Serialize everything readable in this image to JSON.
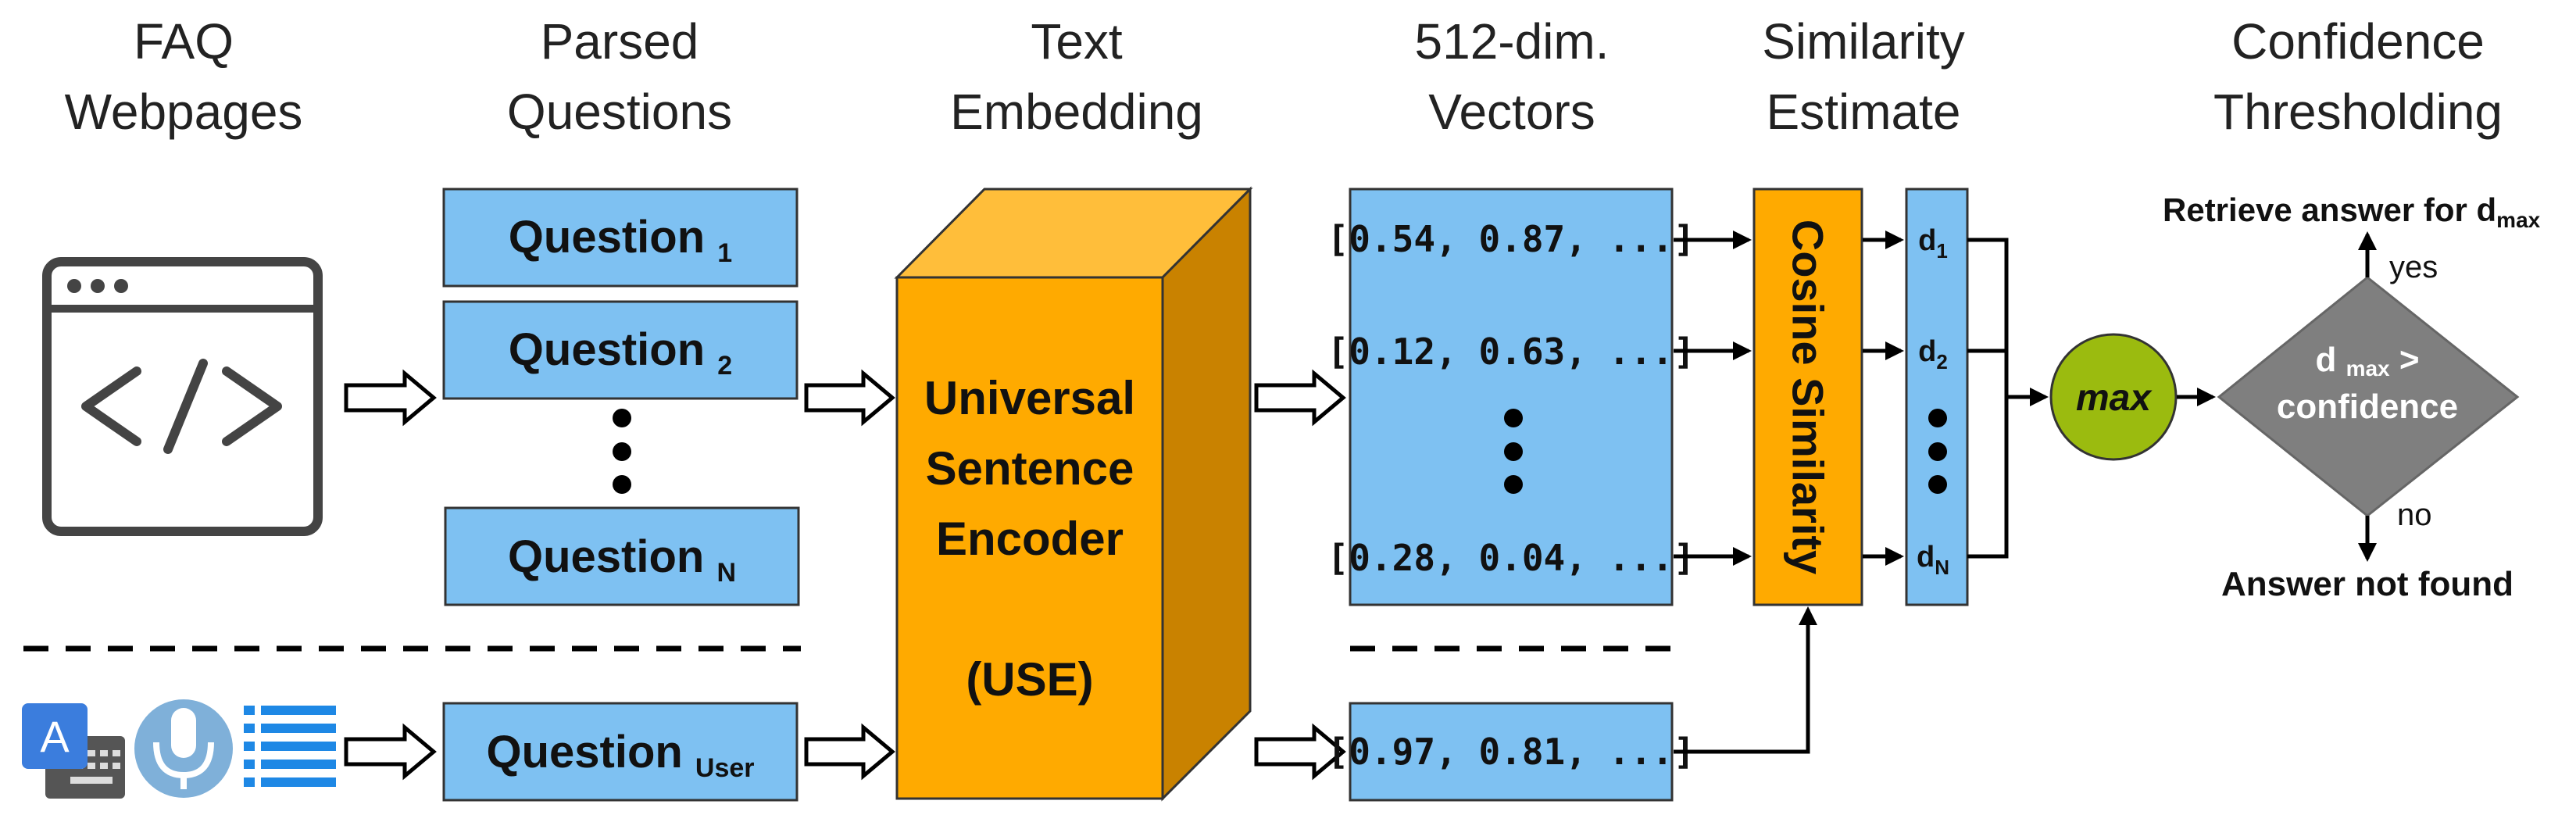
{
  "headers": {
    "col1_line1": "FAQ",
    "col1_line2": "Webpages",
    "col2_line1": "Parsed",
    "col2_line2": "Questions",
    "col3_line1": "Text",
    "col3_line2": "Embedding",
    "col4_line1": "512-dim.",
    "col4_line2": "Vectors",
    "col5_line1": "Similarity",
    "col5_line2": "Estimate",
    "col6_line1": "Confidence",
    "col6_line2": "Thresholding"
  },
  "questions": {
    "q1": "Question",
    "q1_sub": "1",
    "q2": "Question",
    "q2_sub": "2",
    "qn": "Question",
    "qn_sub": "N",
    "quser": "Question",
    "quser_sub": "User"
  },
  "encoder": {
    "line1": "Universal",
    "line2": "Sentence",
    "line3": "Encoder",
    "line4": "(USE)"
  },
  "vectors": {
    "v1": "[0.54, 0.87, ...]",
    "v2": "[0.12, 0.63, ...]",
    "vn": "[0.28, 0.04, ...]",
    "vuser": "[0.97, 0.81, ...]"
  },
  "similarity": {
    "label": "Cosine Similarity"
  },
  "distances": {
    "d1": "d",
    "d1_sub": "1",
    "d2": "d",
    "d2_sub": "2",
    "dn": "d",
    "dn_sub": "N"
  },
  "max_node": {
    "label": "max"
  },
  "decision": {
    "line1_a": "d",
    "line1_sub": "max",
    "line1_b": " >",
    "line2": "confidence",
    "yes": "yes",
    "no": "no",
    "retrieve_a": "Retrieve answer for d",
    "retrieve_sub": "max",
    "not_found": "Answer not found"
  },
  "colors": {
    "blue_box": "#7ec1f2",
    "orange": "#ffaa00",
    "orange_dark": "#c98200",
    "orange_top": "#ffbe3a",
    "green": "#9bbb0f",
    "diamond": "#7f7f7f"
  }
}
